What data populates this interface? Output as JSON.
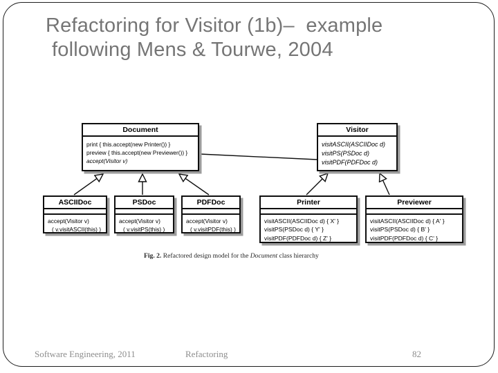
{
  "slide": {
    "title_line1": "Refactoring for Visitor (1b)–  example",
    "title_line2": "following Mens & Tourwe, 2004",
    "caption": {
      "fig_label": "Fig. 2.",
      "body1": " Refactored design model for the ",
      "emphasis": "Document",
      "body2": " class hierarchy"
    },
    "footer": {
      "left": "Software Engineering, 2011",
      "center": "Refactoring",
      "page_number": "82"
    }
  },
  "diagram": {
    "classes": [
      {
        "name": "Document",
        "methods": [
          {
            "text": "print { this.accept(new Printer()) }",
            "italic": false
          },
          {
            "text": "preview { this.accept(new Previewer()) }",
            "italic": false
          },
          {
            "text": "accept(Visitor v)",
            "italic": true
          }
        ]
      },
      {
        "name": "Visitor",
        "methods": [
          {
            "text": "visitASCII(ASCIIDoc d)",
            "italic": true
          },
          {
            "text": "visitPS(PSDoc d)",
            "italic": true
          },
          {
            "text": "visitPDF(PDFDoc d)",
            "italic": true
          }
        ]
      },
      {
        "name": "ASCIIDoc",
        "methods": [
          {
            "text": "accept(Visitor v)",
            "italic": false
          },
          {
            "text": "( v.visitASCII(this) )",
            "italic": false
          }
        ]
      },
      {
        "name": "PSDoc",
        "methods": [
          {
            "text": "accept(Visitor v)",
            "italic": false
          },
          {
            "text": "( v.visitPS(this) )",
            "italic": false
          }
        ]
      },
      {
        "name": "PDFDoc",
        "methods": [
          {
            "text": "accept(Visitor v)",
            "italic": false
          },
          {
            "text": "( v.visitPDF(this) )",
            "italic": false
          }
        ]
      },
      {
        "name": "Printer",
        "methods": [
          {
            "text": "visitASCII(ASCIIDoc d) { X' }",
            "italic": false
          },
          {
            "text": "visitPS(PSDoc d) { Y' }",
            "italic": false
          },
          {
            "text": "visitPDF(PDFDoc d) { Z' }",
            "italic": false
          }
        ]
      },
      {
        "name": "Previewer",
        "methods": [
          {
            "text": "visitASCII(ASCIIDoc d) { A' }",
            "italic": false
          },
          {
            "text": "visitPS(PSDoc d) { B' }",
            "italic": false
          },
          {
            "text": "visitPDF(PDFDoc d) { C' }",
            "italic": false
          }
        ]
      }
    ],
    "relations": [
      {
        "type": "association",
        "from": "Document",
        "to": "Visitor"
      },
      {
        "type": "inheritance",
        "from": "ASCIIDoc",
        "to": "Document"
      },
      {
        "type": "inheritance",
        "from": "PSDoc",
        "to": "Document"
      },
      {
        "type": "inheritance",
        "from": "PDFDoc",
        "to": "Document"
      },
      {
        "type": "inheritance",
        "from": "Printer",
        "to": "Visitor"
      },
      {
        "type": "inheritance",
        "from": "Previewer",
        "to": "Visitor"
      }
    ]
  },
  "colors": {
    "title_gray": "#757575",
    "footer_gray": "#8d8d8d",
    "line_black": "#0e0e0e",
    "shadow_gray": "#9c9c9c"
  }
}
